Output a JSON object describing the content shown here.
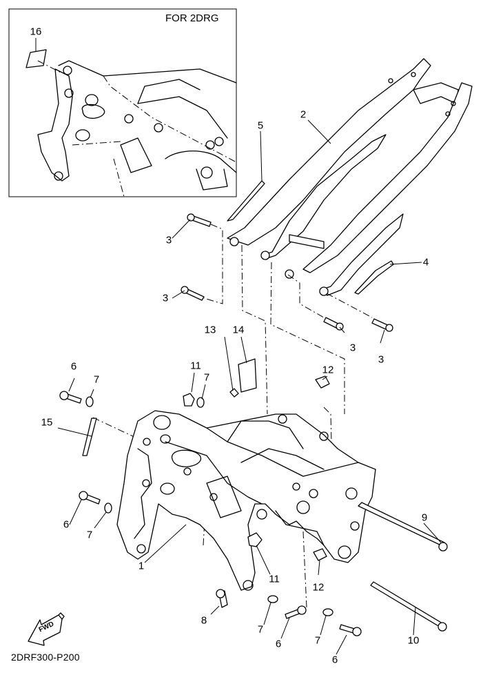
{
  "diagram": {
    "code": "2DRF300-P200",
    "fwd_label": "FWD",
    "inset": {
      "title": "FOR 2DRG",
      "callout": "16"
    },
    "callouts": [
      {
        "id": "c2",
        "label": "2"
      },
      {
        "id": "c5",
        "label": "5"
      },
      {
        "id": "c4",
        "label": "4"
      },
      {
        "id": "c3a",
        "label": "3"
      },
      {
        "id": "c3b",
        "label": "3"
      },
      {
        "id": "c3c",
        "label": "3"
      },
      {
        "id": "c3d",
        "label": "3"
      },
      {
        "id": "c13",
        "label": "13"
      },
      {
        "id": "c14",
        "label": "14"
      },
      {
        "id": "c11a",
        "label": "11"
      },
      {
        "id": "c7a",
        "label": "7"
      },
      {
        "id": "c6a",
        "label": "6"
      },
      {
        "id": "c7b",
        "label": "7"
      },
      {
        "id": "c12a",
        "label": "12"
      },
      {
        "id": "c15",
        "label": "15"
      },
      {
        "id": "c6b",
        "label": "6"
      },
      {
        "id": "c7c",
        "label": "7"
      },
      {
        "id": "c1",
        "label": "1"
      },
      {
        "id": "c9",
        "label": "9"
      },
      {
        "id": "c11b",
        "label": "11"
      },
      {
        "id": "c12b",
        "label": "12"
      },
      {
        "id": "c8",
        "label": "8"
      },
      {
        "id": "c7d",
        "label": "7"
      },
      {
        "id": "c6c",
        "label": "6"
      },
      {
        "id": "c7e",
        "label": "7"
      },
      {
        "id": "c10",
        "label": "10"
      },
      {
        "id": "c6d",
        "label": "6"
      }
    ]
  }
}
